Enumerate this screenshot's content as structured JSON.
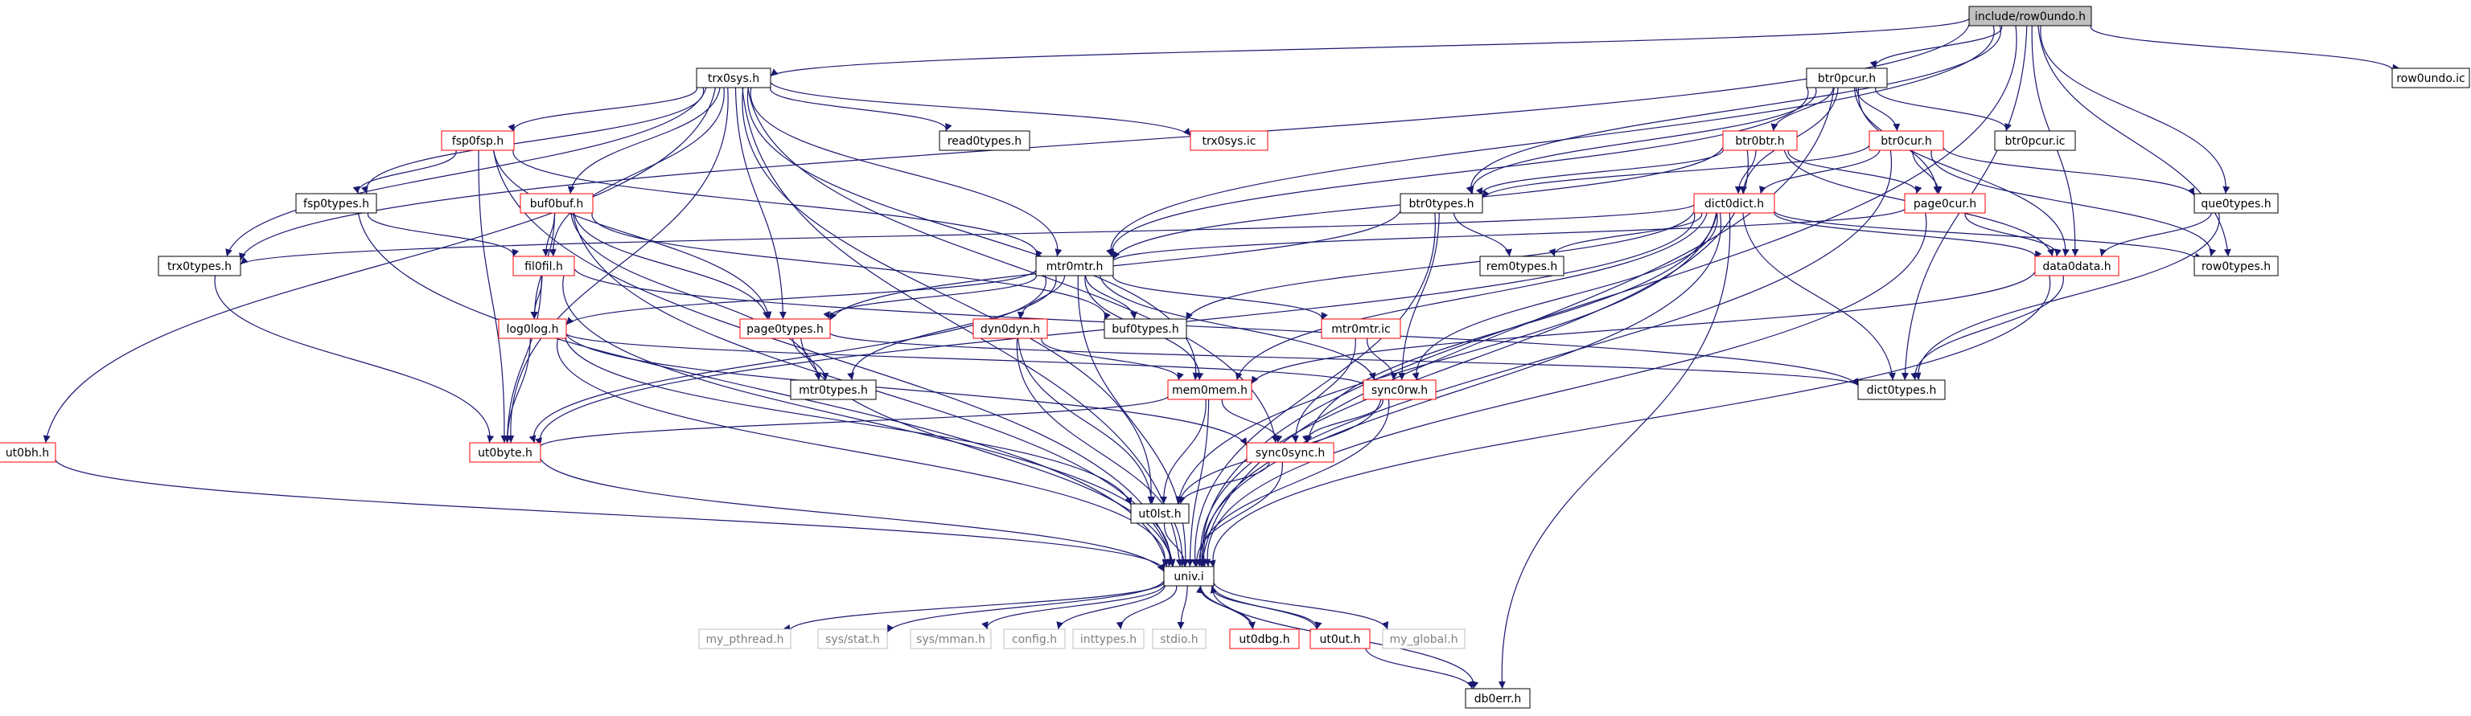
{
  "colors": {
    "edge": "#191970",
    "normal_border": "#000000",
    "truncated_border": "#ff0000",
    "external_border": "#bfbfbf",
    "root_fill": "#bfbfbf",
    "text": "#000000",
    "external_text": "#808080"
  },
  "nodes": [
    {
      "id": "root",
      "label": "include/row0undo.h",
      "kind": "root"
    },
    {
      "id": "trx0sys_h",
      "label": "trx0sys.h",
      "kind": "normal"
    },
    {
      "id": "btr0pcur_h",
      "label": "btr0pcur.h",
      "kind": "normal"
    },
    {
      "id": "row0undo_ic",
      "label": "row0undo.ic",
      "kind": "normal"
    },
    {
      "id": "fsp0fsp_h",
      "label": "fsp0fsp.h",
      "kind": "truncated"
    },
    {
      "id": "read0types_h",
      "label": "read0types.h",
      "kind": "normal"
    },
    {
      "id": "trx0sys_ic",
      "label": "trx0sys.ic",
      "kind": "truncated"
    },
    {
      "id": "btr0btr_h",
      "label": "btr0btr.h",
      "kind": "truncated"
    },
    {
      "id": "btr0cur_h",
      "label": "btr0cur.h",
      "kind": "truncated"
    },
    {
      "id": "btr0pcur_ic",
      "label": "btr0pcur.ic",
      "kind": "normal"
    },
    {
      "id": "buf0buf_h",
      "label": "buf0buf.h",
      "kind": "truncated"
    },
    {
      "id": "fsp0types_h",
      "label": "fsp0types.h",
      "kind": "normal"
    },
    {
      "id": "btr0types_h",
      "label": "btr0types.h",
      "kind": "normal"
    },
    {
      "id": "dict0dict_h",
      "label": "dict0dict.h",
      "kind": "truncated"
    },
    {
      "id": "page0cur_h",
      "label": "page0cur.h",
      "kind": "truncated"
    },
    {
      "id": "que0types_h",
      "label": "que0types.h",
      "kind": "normal"
    },
    {
      "id": "trx0types_h",
      "label": "trx0types.h",
      "kind": "normal"
    },
    {
      "id": "fil0fil_h",
      "label": "fil0fil.h",
      "kind": "truncated"
    },
    {
      "id": "mtr0mtr_h",
      "label": "mtr0mtr.h",
      "kind": "normal"
    },
    {
      "id": "rem0types_h",
      "label": "rem0types.h",
      "kind": "normal"
    },
    {
      "id": "data0data_h",
      "label": "data0data.h",
      "kind": "truncated"
    },
    {
      "id": "row0types_h",
      "label": "row0types.h",
      "kind": "normal"
    },
    {
      "id": "log0log_h",
      "label": "log0log.h",
      "kind": "truncated"
    },
    {
      "id": "page0types_h",
      "label": "page0types.h",
      "kind": "truncated"
    },
    {
      "id": "dyn0dyn_h",
      "label": "dyn0dyn.h",
      "kind": "truncated"
    },
    {
      "id": "buf0types_h",
      "label": "buf0types.h",
      "kind": "normal"
    },
    {
      "id": "mtr0mtr_ic",
      "label": "mtr0mtr.ic",
      "kind": "truncated"
    },
    {
      "id": "mtr0types_h",
      "label": "mtr0types.h",
      "kind": "normal"
    },
    {
      "id": "mem0mem_h",
      "label": "mem0mem.h",
      "kind": "truncated"
    },
    {
      "id": "sync0rw_h",
      "label": "sync0rw.h",
      "kind": "truncated"
    },
    {
      "id": "dict0types_h",
      "label": "dict0types.h",
      "kind": "normal"
    },
    {
      "id": "ut0bh_h",
      "label": "ut0bh.h",
      "kind": "truncated"
    },
    {
      "id": "ut0byte_h",
      "label": "ut0byte.h",
      "kind": "truncated"
    },
    {
      "id": "sync0sync_h",
      "label": "sync0sync.h",
      "kind": "truncated"
    },
    {
      "id": "ut0lst_h",
      "label": "ut0lst.h",
      "kind": "normal"
    },
    {
      "id": "univ_i",
      "label": "univ.i",
      "kind": "normal"
    },
    {
      "id": "my_pthread_h",
      "label": "my_pthread.h",
      "kind": "external"
    },
    {
      "id": "sys_stat_h",
      "label": "sys/stat.h",
      "kind": "external"
    },
    {
      "id": "sys_mman_h",
      "label": "sys/mman.h",
      "kind": "external"
    },
    {
      "id": "config_h",
      "label": "config.h",
      "kind": "external"
    },
    {
      "id": "inttypes_h",
      "label": "inttypes.h",
      "kind": "external"
    },
    {
      "id": "stdio_h",
      "label": "stdio.h",
      "kind": "external"
    },
    {
      "id": "ut0dbg_h",
      "label": "ut0dbg.h",
      "kind": "truncated"
    },
    {
      "id": "ut0ut_h",
      "label": "ut0ut.h",
      "kind": "truncated"
    },
    {
      "id": "my_global_h",
      "label": "my_global.h",
      "kind": "external"
    },
    {
      "id": "db0err_h",
      "label": "db0err.h",
      "kind": "normal"
    }
  ],
  "edges": [
    [
      "root",
      "trx0sys_h"
    ],
    [
      "root",
      "btr0pcur_h"
    ],
    [
      "root",
      "row0undo_ic"
    ],
    [
      "root",
      "mtr0mtr_h"
    ],
    [
      "root",
      "trx0types_h"
    ],
    [
      "root",
      "btr0types_h"
    ],
    [
      "root",
      "que0types_h"
    ],
    [
      "root",
      "row0types_h"
    ],
    [
      "root",
      "dict0types_h"
    ],
    [
      "root",
      "univ_i"
    ],
    [
      "root",
      "data0data_h"
    ],
    [
      "trx0sys_h",
      "fsp0fsp_h"
    ],
    [
      "trx0sys_h",
      "read0types_h"
    ],
    [
      "trx0sys_h",
      "trx0sys_ic"
    ],
    [
      "trx0sys_h",
      "buf0buf_h"
    ],
    [
      "trx0sys_h",
      "fsp0types_h"
    ],
    [
      "trx0sys_h",
      "trx0types_h"
    ],
    [
      "trx0sys_h",
      "fil0fil_h"
    ],
    [
      "trx0sys_h",
      "mtr0mtr_h"
    ],
    [
      "trx0sys_h",
      "page0types_h"
    ],
    [
      "trx0sys_h",
      "mem0mem_h"
    ],
    [
      "trx0sys_h",
      "sync0sync_h"
    ],
    [
      "trx0sys_h",
      "ut0lst_h"
    ],
    [
      "trx0sys_h",
      "ut0byte_h"
    ],
    [
      "trx0sys_h",
      "ut0bh_h"
    ],
    [
      "trx0sys_h",
      "univ_i"
    ],
    [
      "btr0pcur_h",
      "btr0btr_h"
    ],
    [
      "btr0pcur_h",
      "btr0cur_h"
    ],
    [
      "btr0pcur_h",
      "btr0pcur_ic"
    ],
    [
      "btr0pcur_h",
      "btr0types_h"
    ],
    [
      "btr0pcur_h",
      "dict0dict_h"
    ],
    [
      "btr0pcur_h",
      "page0cur_h"
    ],
    [
      "btr0pcur_h",
      "data0data_h"
    ],
    [
      "btr0pcur_h",
      "mtr0mtr_h"
    ],
    [
      "btr0pcur_h",
      "univ_i"
    ],
    [
      "fsp0fsp_h",
      "fsp0types_h"
    ],
    [
      "fsp0fsp_h",
      "mtr0mtr_h"
    ],
    [
      "fsp0fsp_h",
      "page0types_h"
    ],
    [
      "fsp0fsp_h",
      "ut0byte_h"
    ],
    [
      "fsp0fsp_h",
      "univ_i"
    ],
    [
      "btr0btr_h",
      "dict0dict_h"
    ],
    [
      "btr0btr_h",
      "btr0types_h"
    ],
    [
      "btr0btr_h",
      "page0cur_h"
    ],
    [
      "btr0btr_h",
      "data0data_h"
    ],
    [
      "btr0btr_h",
      "mtr0mtr_h"
    ],
    [
      "btr0btr_h",
      "univ_i"
    ],
    [
      "btr0cur_h",
      "dict0dict_h"
    ],
    [
      "btr0cur_h",
      "page0cur_h"
    ],
    [
      "btr0cur_h",
      "btr0types_h"
    ],
    [
      "btr0cur_h",
      "que0types_h"
    ],
    [
      "btr0cur_h",
      "row0types_h"
    ],
    [
      "btr0cur_h",
      "univ_i"
    ],
    [
      "buf0buf_h",
      "fil0fil_h"
    ],
    [
      "buf0buf_h",
      "mtr0types_h"
    ],
    [
      "buf0buf_h",
      "buf0types_h"
    ],
    [
      "buf0buf_h",
      "page0types_h"
    ],
    [
      "buf0buf_h",
      "log0log_h"
    ],
    [
      "buf0buf_h",
      "univ_i"
    ],
    [
      "fsp0types_h",
      "fil0fil_h"
    ],
    [
      "fsp0types_h",
      "univ_i"
    ],
    [
      "btr0types_h",
      "page0types_h"
    ],
    [
      "btr0types_h",
      "rem0types_h"
    ],
    [
      "btr0types_h",
      "sync0rw_h"
    ],
    [
      "btr0types_h",
      "univ_i"
    ],
    [
      "dict0dict_h",
      "trx0types_h"
    ],
    [
      "dict0dict_h",
      "rem0types_h"
    ],
    [
      "dict0dict_h",
      "data0data_h"
    ],
    [
      "dict0dict_h",
      "dict0types_h"
    ],
    [
      "dict0dict_h",
      "mem0mem_h"
    ],
    [
      "dict0dict_h",
      "sync0rw_h"
    ],
    [
      "dict0dict_h",
      "sync0sync_h"
    ],
    [
      "dict0dict_h",
      "ut0byte_h"
    ],
    [
      "dict0dict_h",
      "ut0lst_h"
    ],
    [
      "dict0dict_h",
      "db0err_h"
    ],
    [
      "dict0dict_h",
      "row0types_h"
    ],
    [
      "dict0dict_h",
      "univ_i"
    ],
    [
      "dict0dict_h",
      "buf0types_h"
    ],
    [
      "page0cur_h",
      "mtr0mtr_h"
    ],
    [
      "page0cur_h",
      "data0data_h"
    ],
    [
      "page0cur_h",
      "univ_i"
    ],
    [
      "que0types_h",
      "data0data_h"
    ],
    [
      "que0types_h",
      "dict0types_h"
    ],
    [
      "trx0types_h",
      "ut0byte_h"
    ],
    [
      "fil0fil_h",
      "log0log_h"
    ],
    [
      "fil0fil_h",
      "ut0byte_h"
    ],
    [
      "fil0fil_h",
      "dict0types_h"
    ],
    [
      "fil0fil_h",
      "univ_i"
    ],
    [
      "mtr0mtr_h",
      "page0types_h"
    ],
    [
      "mtr0mtr_h",
      "dyn0dyn_h"
    ],
    [
      "mtr0mtr_h",
      "buf0types_h"
    ],
    [
      "mtr0mtr_h",
      "mtr0mtr_ic"
    ],
    [
      "mtr0mtr_h",
      "mtr0types_h"
    ],
    [
      "mtr0mtr_h",
      "mem0mem_h"
    ],
    [
      "mtr0mtr_h",
      "sync0rw_h"
    ],
    [
      "mtr0mtr_h",
      "log0log_h"
    ],
    [
      "mtr0mtr_h",
      "ut0byte_h"
    ],
    [
      "mtr0mtr_h",
      "univ_i"
    ],
    [
      "data0data_h",
      "dict0types_h"
    ],
    [
      "data0data_h",
      "mem0mem_h"
    ],
    [
      "data0data_h",
      "univ_i"
    ],
    [
      "log0log_h",
      "ut0byte_h"
    ],
    [
      "log0log_h",
      "sync0sync_h"
    ],
    [
      "log0log_h",
      "sync0rw_h"
    ],
    [
      "log0log_h",
      "ut0lst_h"
    ],
    [
      "log0log_h",
      "univ_i"
    ],
    [
      "page0types_h",
      "mtr0types_h"
    ],
    [
      "page0types_h",
      "dict0types_h"
    ],
    [
      "page0types_h",
      "univ_i"
    ],
    [
      "dyn0dyn_h",
      "mem0mem_h"
    ],
    [
      "dyn0dyn_h",
      "ut0lst_h"
    ],
    [
      "dyn0dyn_h",
      "univ_i"
    ],
    [
      "mtr0mtr_ic",
      "sync0sync_h"
    ],
    [
      "mtr0mtr_ic",
      "sync0rw_h"
    ],
    [
      "mem0mem_h",
      "ut0byte_h"
    ],
    [
      "mem0mem_h",
      "sync0sync_h"
    ],
    [
      "mem0mem_h",
      "ut0lst_h"
    ],
    [
      "mem0mem_h",
      "univ_i"
    ],
    [
      "sync0rw_h",
      "sync0sync_h"
    ],
    [
      "sync0rw_h",
      "ut0lst_h"
    ],
    [
      "sync0rw_h",
      "univ_i"
    ],
    [
      "ut0bh_h",
      "univ_i"
    ],
    [
      "ut0byte_h",
      "univ_i"
    ],
    [
      "sync0sync_h",
      "ut0lst_h"
    ],
    [
      "sync0sync_h",
      "univ_i"
    ],
    [
      "ut0lst_h",
      "univ_i"
    ],
    [
      "univ_i",
      "my_pthread_h"
    ],
    [
      "univ_i",
      "sys_stat_h"
    ],
    [
      "univ_i",
      "sys_mman_h"
    ],
    [
      "univ_i",
      "config_h"
    ],
    [
      "univ_i",
      "inttypes_h"
    ],
    [
      "univ_i",
      "stdio_h"
    ],
    [
      "univ_i",
      "ut0dbg_h"
    ],
    [
      "univ_i",
      "ut0ut_h"
    ],
    [
      "univ_i",
      "my_global_h"
    ],
    [
      "univ_i",
      "db0err_h"
    ],
    [
      "ut0dbg_h",
      "univ_i"
    ],
    [
      "ut0ut_h",
      "univ_i"
    ],
    [
      "ut0ut_h",
      "db0err_h"
    ]
  ]
}
